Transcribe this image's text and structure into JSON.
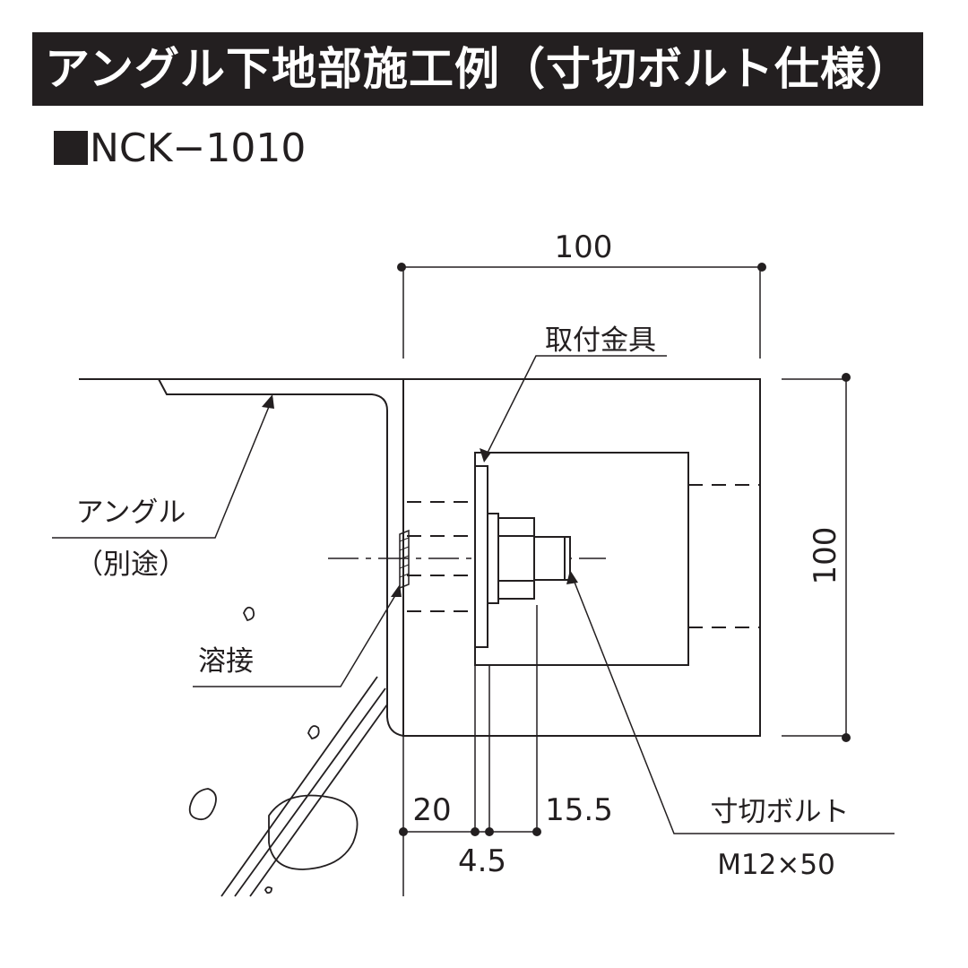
{
  "header": {
    "title": "アングル下地部施工例（寸切ボルト仕様）"
  },
  "model": {
    "label": "NCK−1010"
  },
  "dimensions": {
    "top_width": "100",
    "right_height": "100",
    "bottom_left": "20",
    "bottom_mid": "4.5",
    "bottom_right": "15.5"
  },
  "callouts": {
    "fitting": "取付金具",
    "angle": "アングル",
    "angle_note": "（別途）",
    "weld": "溶接",
    "bolt": "寸切ボルト",
    "bolt_spec": "M12×50"
  },
  "colors": {
    "ink": "#231f20",
    "background": "#ffffff"
  }
}
